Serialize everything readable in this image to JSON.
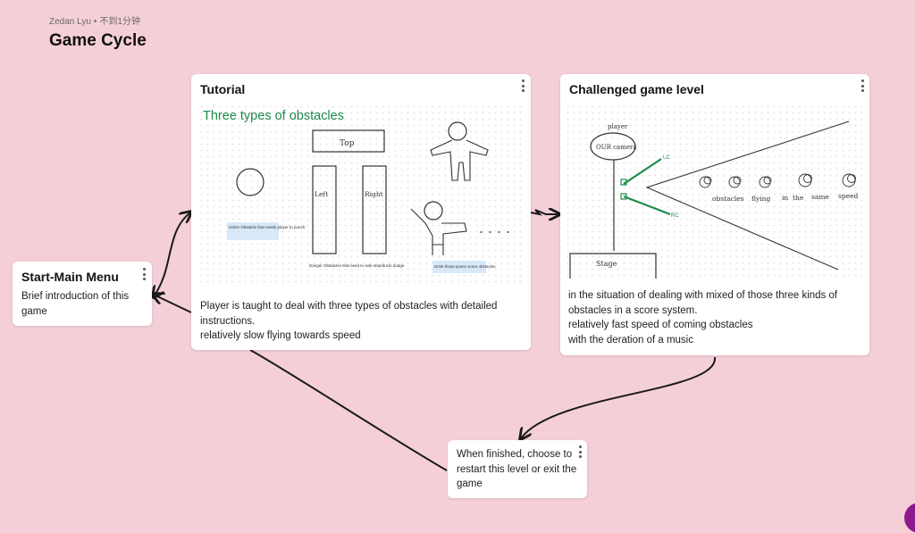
{
  "header": {
    "author": "Zedan Lyu",
    "time": "不到1分钟",
    "title": "Game Cycle"
  },
  "cards": {
    "start_menu": {
      "title": "Start-Main Menu",
      "body": "Brief introduction of this game"
    },
    "tutorial": {
      "title": "Tutorial",
      "sketch": {
        "heading": "Three types of obstacles",
        "top_label": "Top",
        "left_label": "Left",
        "right_label": "Right",
        "note_sobre": "Sobre Obstacle that needs player to punch",
        "note_danger": "Danger Obstacles that need to side-step/duck/ dodge",
        "note_drink": "Drink those poses score obstacles"
      },
      "body": "Player is taught to deal with three types of obstacles with detailed instructions.\nrelatively slow flying towards speed"
    },
    "challenged": {
      "title": "Challenged game level",
      "sketch": {
        "player_label": "player",
        "camera_label": "OUR camera",
        "lc_label": "LC",
        "rc_label": "RC",
        "stage_label": "Stage",
        "words": [
          "obstacles",
          "flying",
          "in",
          "the",
          "same",
          "speed"
        ]
      },
      "body": "in the situation of dealing with mixed of those three kinds of obstacles in a score system.\nrelatively fast speed of coming obstacles\nwith the deration of a music"
    },
    "finished": {
      "body": "When finished, choose to restart this level or exit the game"
    }
  },
  "colors": {
    "background": "#f5cfd8",
    "sketch_green": "#1e8a4a",
    "avatar": "#8d1a8d"
  }
}
